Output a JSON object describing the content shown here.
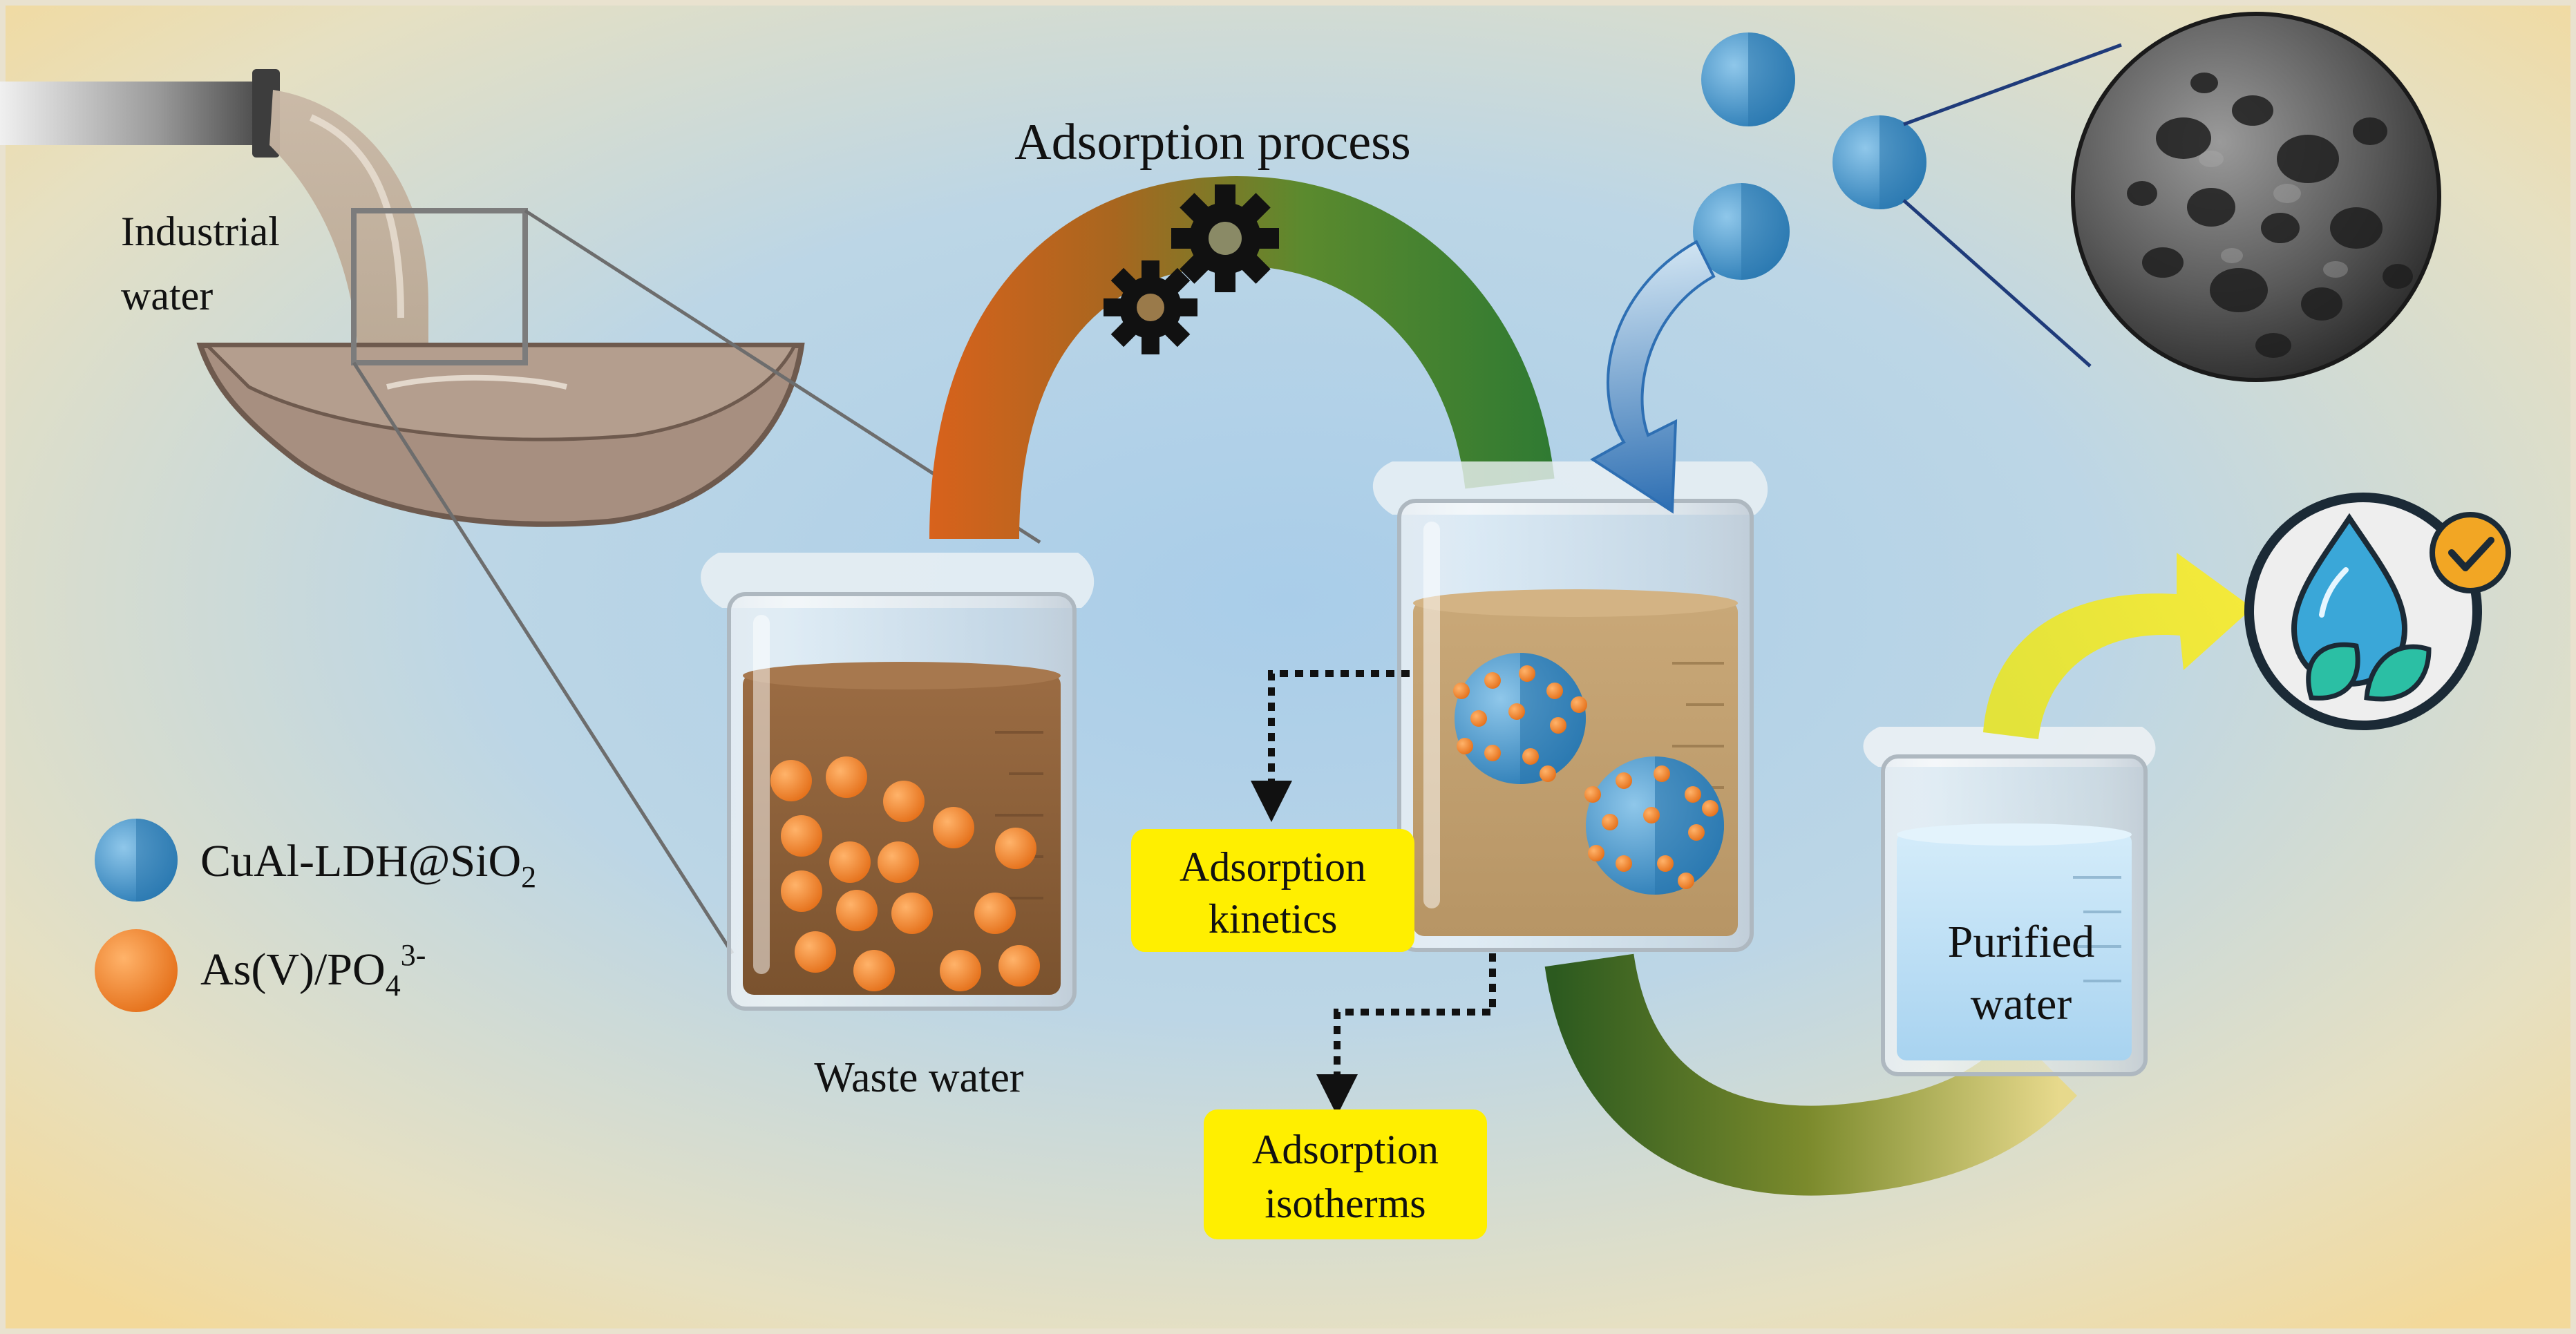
{
  "labels": {
    "industrial_line1": "Industrial",
    "industrial_line2": "water",
    "process_title": "Adsorption process",
    "waste_water": "Waste water",
    "purified_line1": "Purified",
    "purified_line2": "water",
    "kinetics_line1": "Adsorption",
    "kinetics_line2": "kinetics",
    "isotherms_line1": "Adsorption",
    "isotherms_line2": "isotherms"
  },
  "legend": {
    "adsorbent_main": "CuAl-LDH@SiO",
    "adsorbent_sub": "2",
    "pollutant_main": "As(V)/PO",
    "pollutant_sub": "4",
    "pollutant_sup": "3-"
  },
  "colors": {
    "adsorbent_blue": "#3f8fc4",
    "pollutant_orange": "#f0862a",
    "waste_brown": "#8a5e37",
    "label_box_yellow": "#ffef00",
    "purified_water": "#bfe0f5"
  },
  "icons": {
    "gears": "gear-icon",
    "sem_sphere": "porous-sphere-image",
    "clean_water": "water-drop-leaf-icon",
    "check": "check-badge-icon"
  }
}
